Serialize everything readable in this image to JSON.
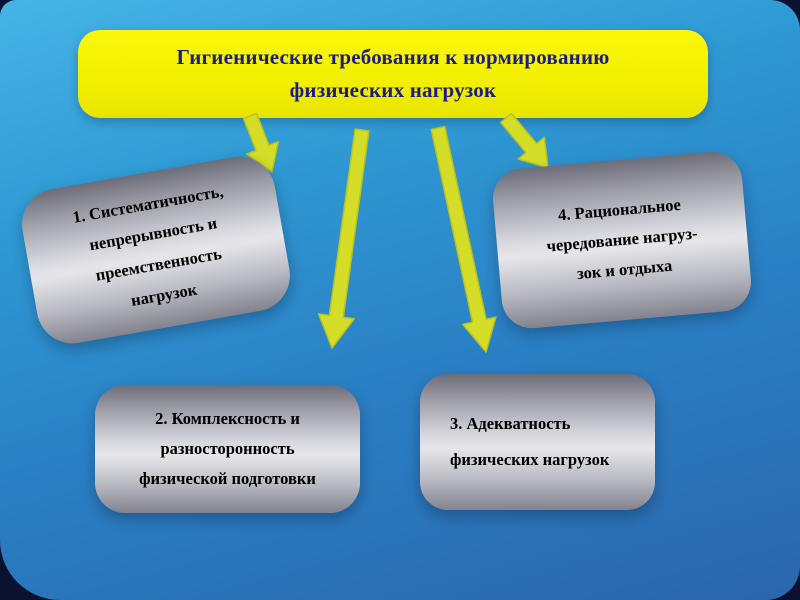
{
  "slide": {
    "title": "Гигиенические требования к нормированию\nфизических нагрузок",
    "boxes": [
      {
        "label": "1. Систематичность,\nнепрерывность и\nпреемственность\nнагрузок"
      },
      {
        "label": "2. Комплексность и\nразносторонность\nфизической подготовки"
      },
      {
        "label": "3. Адекватность\nфизических нагрузок"
      },
      {
        "label": "4. Рациональное\nчередование нагруз-\nзок и отдыха"
      }
    ],
    "colors": {
      "background_top": "#45b4e6",
      "background_bottom": "#2b66ab",
      "title_bg": "#f2ef00",
      "title_text": "#1b1c87",
      "arrow": "#d4dd28",
      "arrow_stroke": "#b8c31c",
      "box_text": "#000000"
    }
  }
}
